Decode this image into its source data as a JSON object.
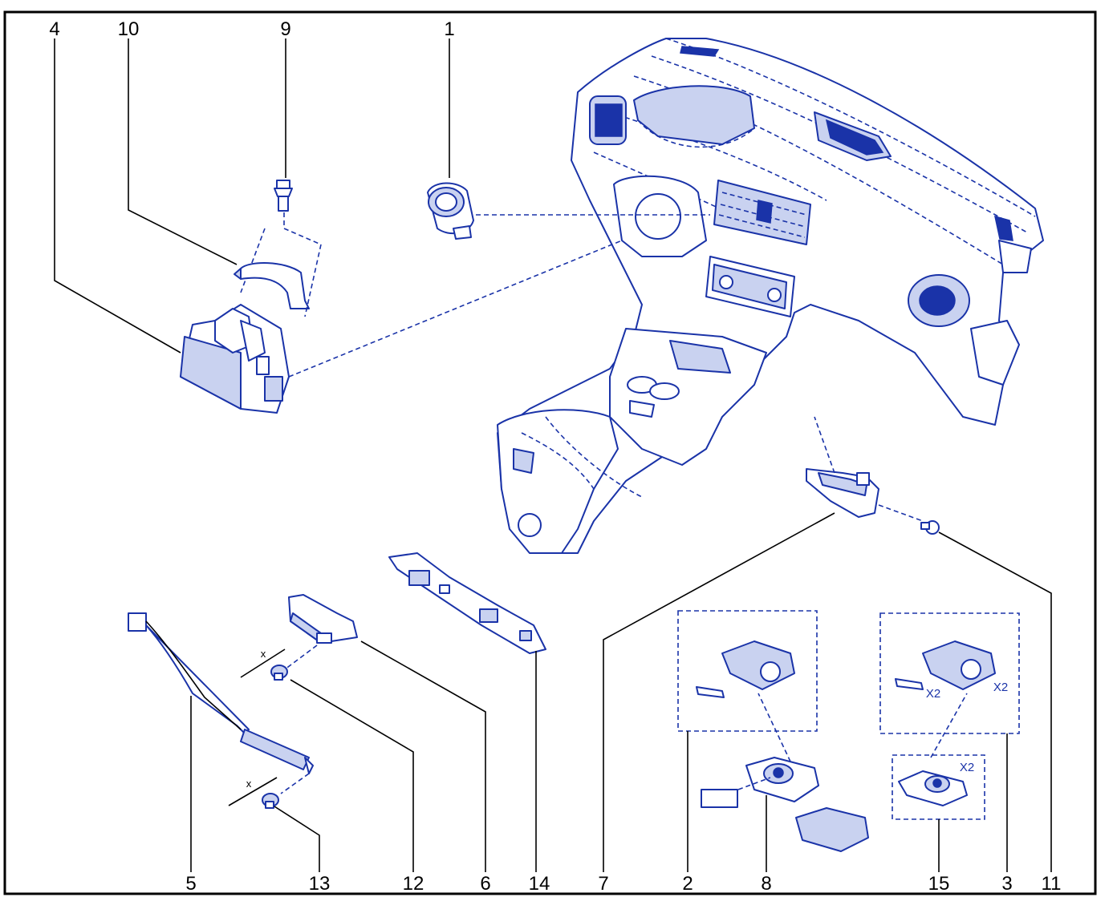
{
  "callouts": {
    "n1": "1",
    "n2": "2",
    "n3": "3",
    "n4": "4",
    "n5": "5",
    "n6": "6",
    "n7": "7",
    "n8": "8",
    "n9": "9",
    "n10": "10",
    "n11": "11",
    "n12": "12",
    "n13": "13",
    "n14": "14",
    "n15": "15"
  },
  "multipliers": {
    "pin_x2": "X2",
    "plate_x2": "X2",
    "kit15_x2": "X2"
  },
  "dimension_marks": {
    "x_upper": "x",
    "x_lower": "x"
  },
  "colors": {
    "line": "#1a33a8",
    "frame": "#000000",
    "fill_light": "#c9d2f0"
  }
}
